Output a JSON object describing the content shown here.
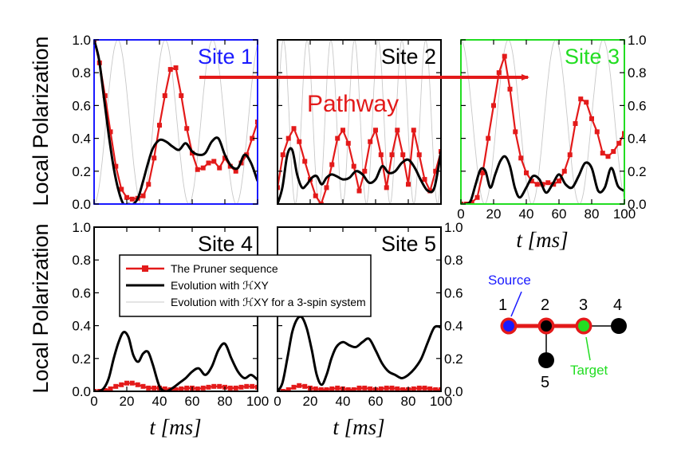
{
  "chart_data": {
    "type": "line",
    "y_axis_label": "Local Polarization",
    "x_axis_label": "t [ms]",
    "xlim": [
      0,
      100
    ],
    "ylim": [
      0,
      1.0
    ],
    "x_ticks": [
      "0",
      "20",
      "40",
      "60",
      "80",
      "100"
    ],
    "y_ticks": [
      "0.0",
      "0.2",
      "0.4",
      "0.6",
      "0.8",
      "1.0"
    ],
    "colors": {
      "pruner": "#e31a1a",
      "hxy": "#000000",
      "three_spin": "#c8c8c8",
      "site1": "#1a1aff",
      "site3": "#22dd22",
      "site_default": "#000000"
    },
    "legend": [
      {
        "label": "The Pruner sequence",
        "style": "pruner"
      },
      {
        "label": "Evolution with ℋXY",
        "style": "hxy"
      },
      {
        "label": "Evolution with ℋXY for a 3-spin system",
        "style": "three_spin"
      }
    ],
    "annotation": "Pathway",
    "panels": [
      {
        "title": "Site 1",
        "frame_color": "#1a1aff",
        "pruner": {
          "x": [
            0,
            3.3,
            6.7,
            10,
            13.3,
            16.7,
            20,
            23.3,
            26.7,
            30,
            33.3,
            36.7,
            40,
            43.3,
            46.7,
            50,
            53.3,
            56.7,
            60,
            63.3,
            66.7,
            70,
            73.3,
            76.7,
            80,
            83.3,
            86.7,
            90,
            93.3,
            96.7,
            100
          ],
          "y": [
            1.0,
            0.86,
            0.66,
            0.44,
            0.23,
            0.09,
            0.04,
            0.03,
            0.035,
            0.05,
            0.12,
            0.28,
            0.48,
            0.66,
            0.82,
            0.83,
            0.66,
            0.46,
            0.31,
            0.21,
            0.22,
            0.25,
            0.26,
            0.22,
            0.28,
            0.23,
            0.2,
            0.25,
            0.3,
            0.4,
            0.5
          ]
        },
        "hxy": {
          "x": [
            0,
            3,
            6,
            9,
            12,
            15,
            18,
            21,
            24,
            27,
            30,
            33,
            36,
            40,
            44,
            48,
            52,
            56,
            60,
            64,
            68,
            72,
            76,
            80,
            84,
            88,
            92,
            96,
            100
          ],
          "y": [
            1.0,
            0.88,
            0.65,
            0.42,
            0.22,
            0.08,
            0.0,
            0.0,
            0.0,
            0.04,
            0.14,
            0.25,
            0.34,
            0.39,
            0.38,
            0.35,
            0.33,
            0.37,
            0.32,
            0.3,
            0.31,
            0.38,
            0.4,
            0.3,
            0.23,
            0.22,
            0.3,
            0.25,
            0.14
          ]
        },
        "three_spin": {
          "period": 29,
          "phase": 0
        }
      },
      {
        "title": "Site 2",
        "frame_color": "#000000",
        "pruner": {
          "x": [
            0,
            3.3,
            6.7,
            10,
            13.3,
            16.7,
            20,
            23.3,
            26.7,
            30,
            33.3,
            36.7,
            40,
            43.3,
            46.7,
            50,
            53.3,
            56.7,
            60,
            63.3,
            66.7,
            70,
            73.3,
            76.7,
            80,
            83.3,
            86.7,
            90,
            93.3,
            96.7,
            100
          ],
          "y": [
            0.1,
            0.3,
            0.4,
            0.46,
            0.38,
            0.26,
            0.15,
            0.05,
            0.0,
            0.1,
            0.24,
            0.4,
            0.45,
            0.37,
            0.23,
            0.08,
            0.2,
            0.38,
            0.45,
            0.3,
            0.1,
            0.3,
            0.45,
            0.3,
            0.12,
            0.45,
            0.3,
            0.15,
            0.08,
            0.2,
            0.32
          ]
        },
        "hxy": {
          "x": [
            0,
            3,
            6,
            9,
            12,
            15,
            18,
            21,
            24,
            27,
            30,
            33,
            36,
            40,
            44,
            48,
            52,
            56,
            60,
            64,
            68,
            72,
            76,
            80,
            84,
            88,
            92,
            96,
            100
          ],
          "y": [
            0.0,
            0.1,
            0.3,
            0.33,
            0.18,
            0.1,
            0.12,
            0.16,
            0.17,
            0.12,
            0.16,
            0.18,
            0.17,
            0.15,
            0.16,
            0.2,
            0.18,
            0.13,
            0.15,
            0.23,
            0.19,
            0.2,
            0.25,
            0.27,
            0.22,
            0.14,
            0.08,
            0.1,
            0.32
          ]
        },
        "three_spin": {
          "period": 14.5,
          "phase": 0.25
        }
      },
      {
        "title": "Site 3",
        "frame_color": "#22dd22",
        "pruner": {
          "x": [
            0,
            3.3,
            6.7,
            10,
            13.3,
            16.7,
            20,
            23.3,
            26.7,
            30,
            33.3,
            36.7,
            40,
            43.3,
            46.7,
            50,
            53.3,
            56.7,
            60,
            63.3,
            66.7,
            70,
            73.3,
            76.7,
            80,
            83.3,
            86.7,
            90,
            93.3,
            96.7,
            100
          ],
          "y": [
            0.0,
            0.0,
            0.01,
            0.04,
            0.19,
            0.4,
            0.6,
            0.8,
            0.9,
            0.7,
            0.44,
            0.28,
            0.19,
            0.14,
            0.12,
            0.12,
            0.13,
            0.12,
            0.14,
            0.2,
            0.3,
            0.49,
            0.64,
            0.62,
            0.52,
            0.44,
            0.31,
            0.29,
            0.32,
            0.37,
            0.43
          ]
        },
        "hxy": {
          "x": [
            0,
            3,
            6,
            9,
            12,
            15,
            18,
            21,
            24,
            27,
            30,
            33,
            36,
            40,
            44,
            48,
            52,
            56,
            60,
            64,
            68,
            72,
            76,
            80,
            84,
            88,
            92,
            96,
            100
          ],
          "y": [
            0.0,
            0.0,
            0.02,
            0.12,
            0.21,
            0.2,
            0.1,
            0.18,
            0.26,
            0.29,
            0.23,
            0.1,
            0.04,
            0.1,
            0.17,
            0.15,
            0.07,
            0.12,
            0.18,
            0.12,
            0.1,
            0.17,
            0.25,
            0.22,
            0.08,
            0.1,
            0.22,
            0.11,
            0.08
          ]
        },
        "three_spin": {
          "period": 29,
          "phase": 0.5
        }
      },
      {
        "title": "Site 4",
        "frame_color": "#000000",
        "pruner": {
          "x": [
            0,
            3.3,
            6.7,
            10,
            13.3,
            16.7,
            20,
            23.3,
            26.7,
            30,
            33.3,
            36.7,
            40,
            43.3,
            46.7,
            50,
            53.3,
            56.7,
            60,
            63.3,
            66.7,
            70,
            73.3,
            76.7,
            80,
            83.3,
            86.7,
            90,
            93.3,
            96.7,
            100
          ],
          "y": [
            0.0,
            0.0,
            0.005,
            0.015,
            0.03,
            0.04,
            0.05,
            0.05,
            0.04,
            0.03,
            0.02,
            0.02,
            0.02,
            0.015,
            0.01,
            0.01,
            0.015,
            0.02,
            0.02,
            0.015,
            0.02,
            0.025,
            0.03,
            0.03,
            0.025,
            0.02,
            0.02,
            0.025,
            0.03,
            0.03,
            0.025
          ]
        },
        "hxy": {
          "x": [
            0,
            3,
            6,
            9,
            12,
            15,
            18,
            21,
            24,
            27,
            30,
            33,
            36,
            40,
            44,
            48,
            52,
            56,
            60,
            64,
            68,
            72,
            76,
            80,
            84,
            88,
            92,
            96,
            100
          ],
          "y": [
            0.0,
            0.0,
            0.02,
            0.08,
            0.2,
            0.3,
            0.36,
            0.33,
            0.22,
            0.18,
            0.23,
            0.24,
            0.16,
            0.03,
            0.0,
            0.02,
            0.05,
            0.08,
            0.12,
            0.14,
            0.1,
            0.15,
            0.25,
            0.29,
            0.2,
            0.12,
            0.08,
            0.1,
            0.07
          ]
        }
      },
      {
        "title": "Site 5",
        "frame_color": "#000000",
        "pruner": {
          "x": [
            0,
            3.3,
            6.7,
            10,
            13.3,
            16.7,
            20,
            23.3,
            26.7,
            30,
            33.3,
            36.7,
            40,
            43.3,
            46.7,
            50,
            53.3,
            56.7,
            60,
            63.3,
            66.7,
            70,
            73.3,
            76.7,
            80,
            83.3,
            86.7,
            90,
            93.3,
            96.7,
            100
          ],
          "y": [
            0.0,
            0.0,
            0.01,
            0.025,
            0.035,
            0.03,
            0.02,
            0.015,
            0.01,
            0.01,
            0.015,
            0.02,
            0.015,
            0.01,
            0.01,
            0.02,
            0.02,
            0.015,
            0.01,
            0.015,
            0.02,
            0.02,
            0.015,
            0.01,
            0.01,
            0.015,
            0.02,
            0.02,
            0.015,
            0.01,
            0.01
          ]
        },
        "hxy": {
          "x": [
            0,
            3,
            6,
            9,
            12,
            15,
            18,
            21,
            24,
            27,
            30,
            33,
            36,
            40,
            44,
            48,
            52,
            56,
            60,
            64,
            68,
            72,
            76,
            80,
            84,
            88,
            92,
            96,
            100
          ],
          "y": [
            0.0,
            0.05,
            0.2,
            0.36,
            0.44,
            0.45,
            0.38,
            0.25,
            0.1,
            0.04,
            0.1,
            0.2,
            0.27,
            0.3,
            0.28,
            0.27,
            0.3,
            0.32,
            0.25,
            0.17,
            0.12,
            0.1,
            0.08,
            0.1,
            0.14,
            0.2,
            0.3,
            0.39,
            0.39
          ]
        }
      }
    ]
  },
  "graph": {
    "nodes": [
      {
        "label": "1",
        "fill": "#1a1aff",
        "ring": "#e31a1a"
      },
      {
        "label": "2",
        "fill": "#000000",
        "ring": "#e31a1a"
      },
      {
        "label": "3",
        "fill": "#22dd22",
        "ring": "#e31a1a"
      },
      {
        "label": "4",
        "fill": "#000000",
        "ring": ""
      },
      {
        "label": "5",
        "fill": "#000000",
        "ring": ""
      }
    ],
    "source_label": "Source",
    "source_color": "#1a1aff",
    "target_label": "Target",
    "target_color": "#22dd22",
    "pathway_color": "#e31a1a"
  }
}
